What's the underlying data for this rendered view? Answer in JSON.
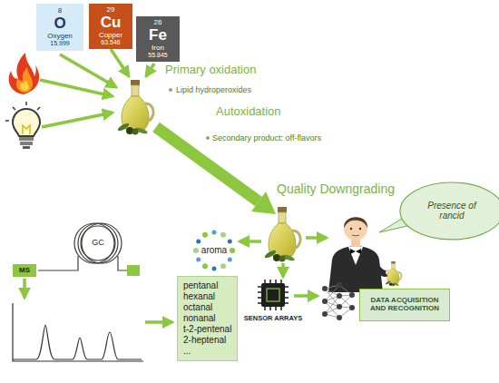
{
  "diagram": {
    "nodes": [
      {
        "text": [
          "8",
          "O",
          "Oxygen",
          "15.999"
        ]
      },
      {
        "text": [
          "29",
          "Cu",
          "Copper",
          "63.546"
        ]
      },
      {
        "text": [
          "26",
          "Fe",
          "Iron",
          "55.845"
        ]
      },
      {
        "text": [
          "Presence of rancid"
        ]
      },
      {
        "text": [
          "MS"
        ]
      },
      {
        "text": [
          "pentanal",
          "hexanal",
          "octanal",
          "nonanal",
          "t-2-pentenal",
          "2-heptenal",
          "..."
        ]
      },
      {
        "text": [
          "DATA ACQUISITION AND RECOGNITION"
        ]
      }
    ],
    "labels": [
      "Primary oxidation",
      "Lipid hydroperoxides",
      "Autoxidation",
      "Secondary product: off-flavors",
      "Quality Downgrading",
      "GC",
      "aroma",
      "SENSOR ARRAYS"
    ]
  }
}
